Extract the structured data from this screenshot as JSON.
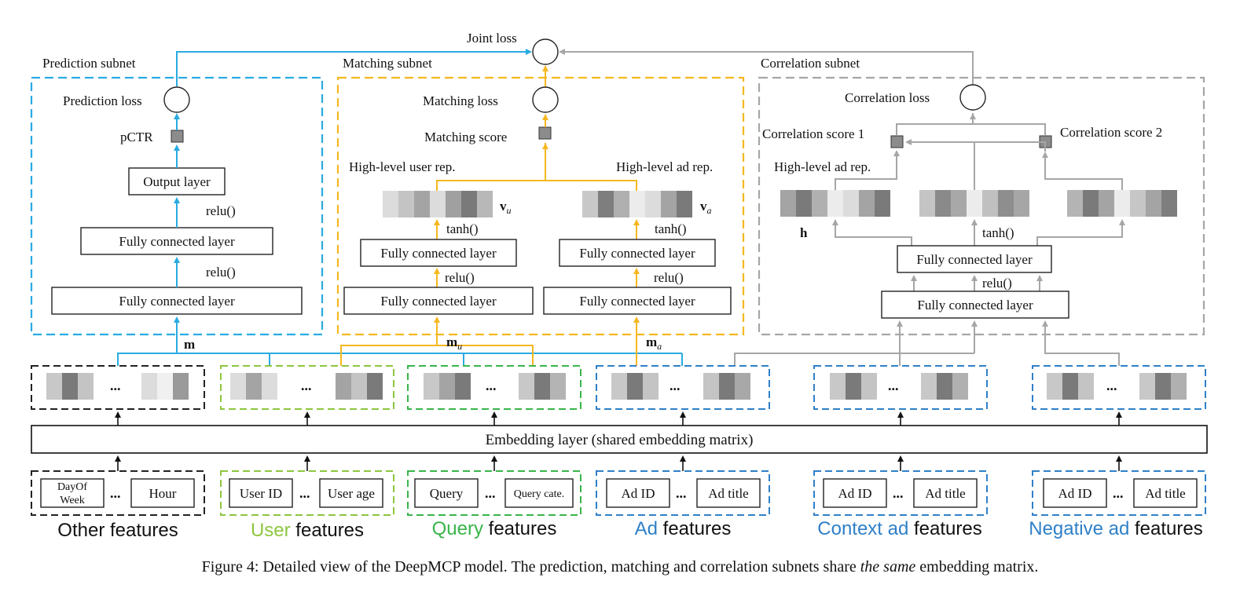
{
  "colors": {
    "prediction": "#29abe2",
    "matching": "#f5b820",
    "correlation": "#a6a6a6",
    "other": "#222222",
    "user": "#8dc63f",
    "query": "#39b54a",
    "ad": "#2f80c8"
  },
  "top": {
    "joint_loss": "Joint loss"
  },
  "prediction": {
    "title": "Prediction subnet",
    "loss": "Prediction loss",
    "pctr": "pCTR",
    "output_layer": "Output layer",
    "relu_top": "relu()",
    "fc_top": "Fully connected layer",
    "relu_bottom": "relu()",
    "fc_bottom": "Fully connected layer",
    "m": "m"
  },
  "matching": {
    "title": "Matching subnet",
    "loss": "Matching loss",
    "score": "Matching score",
    "user_rep": "High-level user rep.",
    "ad_rep": "High-level ad rep.",
    "vu": "v",
    "vu_sub": "u",
    "va": "v",
    "va_sub": "a",
    "tanh_left": "tanh()",
    "tanh_right": "tanh()",
    "fc_left_top": "Fully connected layer",
    "fc_right_top": "Fully connected layer",
    "relu_left": "relu()",
    "relu_right": "relu()",
    "fc_left_bottom": "Fully connected layer",
    "fc_right_bottom": "Fully connected layer",
    "mu": "m",
    "mu_sub": "u",
    "ma": "m",
    "ma_sub": "a"
  },
  "correlation": {
    "title": "Correlation subnet",
    "loss": "Correlation loss",
    "score1": "Correlation score 1",
    "score2": "Correlation score 2",
    "ad_rep": "High-level ad rep.",
    "h": "h",
    "tanh": "tanh()",
    "fc_top": "Fully connected layer",
    "relu": "relu()",
    "fc_bottom": "Fully connected layer"
  },
  "embedding_layer": "Embedding layer (shared embedding matrix)",
  "ellipsis": "...",
  "feature_groups": {
    "other": {
      "item1_line1": "DayOf",
      "item1_line2": "Week",
      "item2": "Hour",
      "label": "Other features"
    },
    "user": {
      "item1": "User ID",
      "item2": "User age",
      "label_colored": "User",
      "label_rest": " features"
    },
    "query": {
      "item1": "Query",
      "item2": "Query cate.",
      "label_colored": "Query",
      "label_rest": " features"
    },
    "ad": {
      "item1": "Ad ID",
      "item2": "Ad title",
      "label_colored": "Ad",
      "label_rest": " features"
    },
    "context": {
      "item1": "Ad ID",
      "item2": "Ad title",
      "label_colored": "Context ad",
      "label_rest": " features"
    },
    "negative": {
      "item1": "Ad ID",
      "item2": "Ad title",
      "label_colored": "Negative ad",
      "label_rest": " features"
    }
  },
  "caption": {
    "text1": "Figure 4: Detailed view of the DeepMCP model. The prediction, matching and correlation subnets share ",
    "emph": "the same",
    "text2": " embedding matrix."
  }
}
